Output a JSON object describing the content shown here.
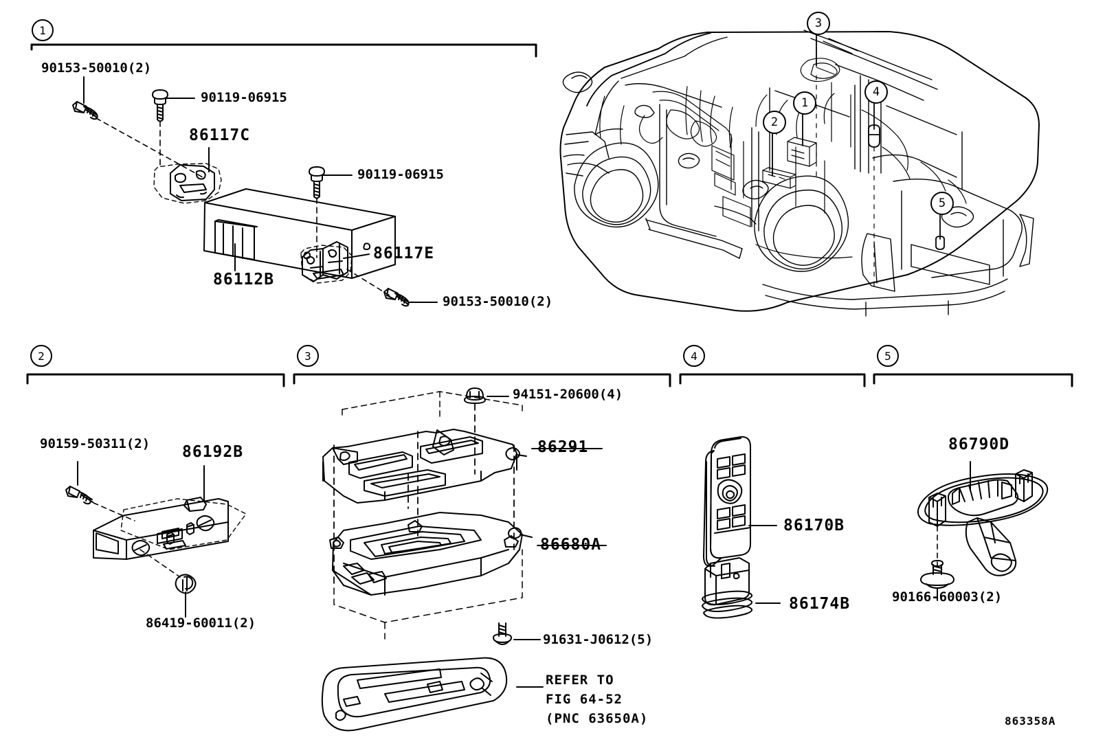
{
  "diagram": {
    "code": "863358A",
    "type": "toyota-parts-exploded-diagram",
    "subject": "Land Cruiser rear entertainment / camera system components"
  },
  "sections": [
    {
      "id": "1",
      "number": "1",
      "labels": [
        {
          "name": "bolt-90153-50010-upper",
          "text": "90153-50010(2)"
        },
        {
          "name": "bolt-90119-06915-upper",
          "text": "90119-06915"
        },
        {
          "name": "bracket-86117c",
          "text": "86117C"
        },
        {
          "name": "bolt-90119-06915-lower",
          "text": "90119-06915"
        },
        {
          "name": "bracket-86117e",
          "text": "86117E"
        },
        {
          "name": "amplifier-86112b",
          "text": "86112B"
        },
        {
          "name": "bolt-90153-50010-lower",
          "text": "90153-50010(2)"
        }
      ]
    },
    {
      "id": "2",
      "number": "2",
      "labels": [
        {
          "name": "screw-90159-50311",
          "text": "90159-50311(2)"
        },
        {
          "name": "switch-panel-86192b",
          "text": "86192B"
        },
        {
          "name": "knob-86419-60011",
          "text": "86419-60011(2)"
        }
      ]
    },
    {
      "id": "3",
      "number": "3",
      "labels": [
        {
          "name": "nut-94151-20600",
          "text": "94151-20600(4)"
        },
        {
          "name": "bracket-86291",
          "text": "86291"
        },
        {
          "name": "display-unit-86680a",
          "text": "86680A"
        },
        {
          "name": "screw-91631-j0612",
          "text": "91631-J0612(5)"
        },
        {
          "name": "refer-note",
          "text": "REFER TO\nFIG 64-52\n(PNC 63650A)"
        }
      ]
    },
    {
      "id": "4",
      "number": "4",
      "labels": [
        {
          "name": "remote-control-86170b",
          "text": "86170B"
        },
        {
          "name": "headphone-86174b",
          "text": "86174B"
        }
      ]
    },
    {
      "id": "5",
      "number": "5",
      "labels": [
        {
          "name": "camera-86790d",
          "text": "86790D"
        },
        {
          "name": "clip-90166-60003",
          "text": "90166-60003(2)"
        }
      ]
    }
  ],
  "vehicle_callouts": [
    {
      "name": "vehicle-callout-3",
      "text": "3"
    },
    {
      "name": "vehicle-callout-1",
      "text": "1"
    },
    {
      "name": "vehicle-callout-2",
      "text": "2"
    },
    {
      "name": "vehicle-callout-4",
      "text": "4"
    },
    {
      "name": "vehicle-callout-5",
      "text": "5"
    }
  ],
  "section_numbers": [
    {
      "name": "section-number-1",
      "text": "1"
    },
    {
      "name": "section-number-2",
      "text": "2"
    },
    {
      "name": "section-number-3",
      "text": "3"
    },
    {
      "name": "section-number-4",
      "text": "4"
    },
    {
      "name": "section-number-5",
      "text": "5"
    }
  ],
  "colors": {
    "line": "#000000",
    "background": "#ffffff"
  }
}
